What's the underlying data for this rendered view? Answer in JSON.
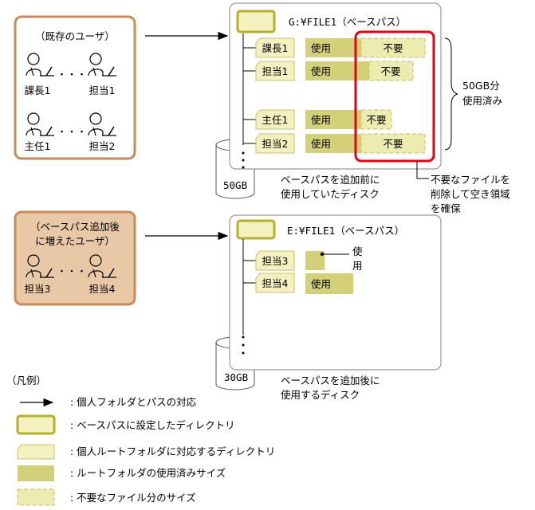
{
  "colors": {
    "base_dir_fill": "#f4f0c0",
    "base_dir_stroke": "#b3b02c",
    "personal_dir_fill": "#f4f0c0",
    "used_fill": "#d4d07a",
    "unneeded_fill": "#ecebb0",
    "user_box_stroke": "#c88a5a",
    "new_user_box_fill": "#e9c8a8",
    "highlight_red": "#e60012"
  },
  "existing_users": {
    "title": "（既存のユーザ）",
    "dots": "・・・",
    "users": [
      "課長1",
      "担当1",
      "主任1",
      "担当2"
    ]
  },
  "new_users": {
    "title_line1": "（ベースパス追加後",
    "title_line2": "に増えたユーザ）",
    "dots": "・・・",
    "users": [
      "担当3",
      "担当4"
    ]
  },
  "disk_g": {
    "path": "G:¥FILE1（ベースパス）",
    "size": "50GB",
    "caption_line1": "ベースパスを追加前に",
    "caption_line2": "使用していたディスク",
    "folders": [
      {
        "name": "課長1",
        "used": "使用",
        "unneeded": "不要"
      },
      {
        "name": "担当1",
        "used": "使用",
        "unneeded": "不要"
      },
      {
        "name": "主任1",
        "used": "使用",
        "unneeded": "不要"
      },
      {
        "name": "担当2",
        "used": "使用",
        "unneeded": "不要"
      }
    ],
    "used_note_line1": "50GB分",
    "used_note_line2": "使用済み",
    "delete_note_line1": "不要なファイルを",
    "delete_note_line2": "削除して空き領域",
    "delete_note_line3": "を確保"
  },
  "disk_e": {
    "path": "E:¥FILE1（ベースパス）",
    "size": "30GB",
    "caption_line1": "ベースパスを追加後に",
    "caption_line2": "使用するディスク",
    "folders": [
      {
        "name": "担当3",
        "used_vertical": [
          "使",
          "用"
        ]
      },
      {
        "name": "担当4",
        "used": "使用"
      }
    ]
  },
  "legend": {
    "title": "（凡例）",
    "items": [
      ": 個人フォルダとパスの対応",
      ": ベースパスに設定したディレクトリ",
      ": 個人ルートフォルダに対応するディレクトリ",
      ": ルートフォルダの使用済みサイズ",
      ": 不要なファイル分のサイズ"
    ]
  }
}
